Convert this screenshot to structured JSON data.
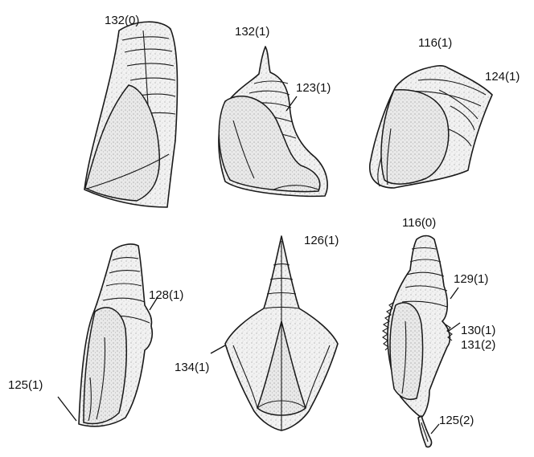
{
  "labels": {
    "p1": "132(0)",
    "p2a": "132(1)",
    "p2b": "123(1)",
    "p3a": "116(1)",
    "p3b": "124(1)",
    "p4a": "128(1)",
    "p4b": "125(1)",
    "p5a": "126(1)",
    "p5b": "134(1)",
    "p6a": "116(0)",
    "p6b": "129(1)",
    "p6c": "130(1)",
    "p6d": "131(2)",
    "p6e": "125(2)"
  }
}
